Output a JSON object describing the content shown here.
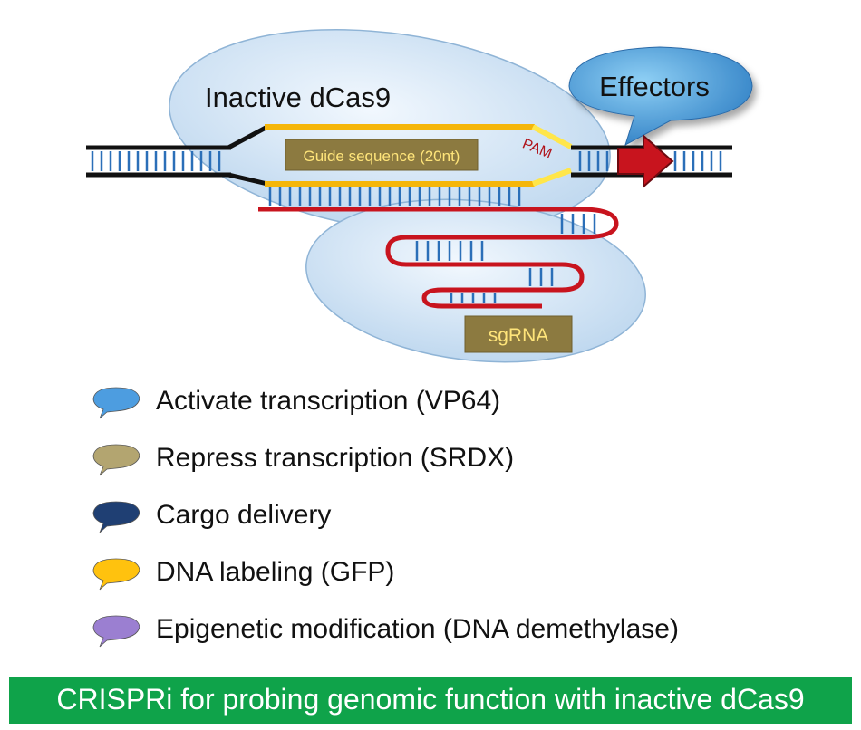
{
  "diagram": {
    "protein_label": "Inactive dCas9",
    "effectors_label": "Effectors",
    "guide_label": "Guide sequence (20nt)",
    "pam_label": "PAM",
    "sgrna_label": "sgRNA"
  },
  "legend": [
    {
      "label": "Activate transcription (VP64)",
      "color": "#4d9de0"
    },
    {
      "label": "Repress transcription (SRDX)",
      "color": "#b3a570"
    },
    {
      "label": "Cargo delivery",
      "color": "#1f3f73"
    },
    {
      "label": "DNA labeling (GFP)",
      "color": "#ffc20e"
    },
    {
      "label": "Epigenetic modification (DNA demethylase)",
      "color": "#9b7fd1"
    }
  ],
  "footer": {
    "text": "CRISPRi for probing genomic function with inactive dCas9",
    "color": "#0fa34a"
  }
}
